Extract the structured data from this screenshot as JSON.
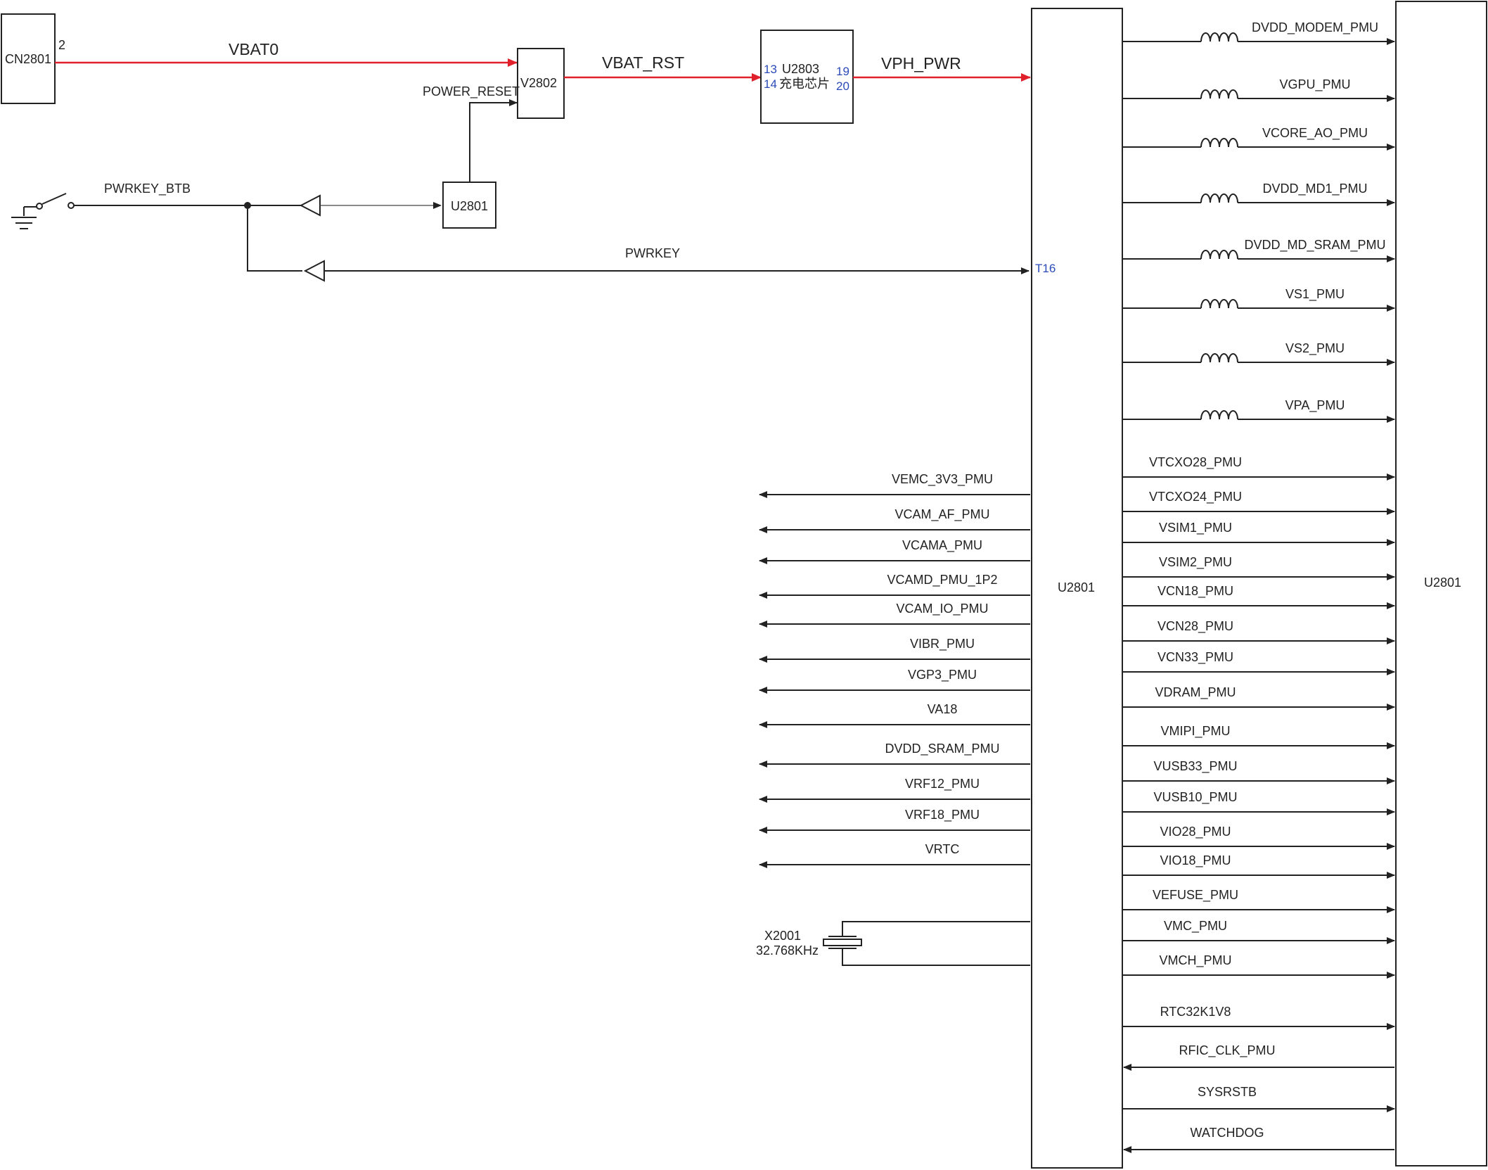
{
  "colors": {
    "line": "#222222",
    "power_path": "#e0202a",
    "pin_number": "#2a4bb8"
  },
  "components": {
    "connector": {
      "ref": "CN2801",
      "pin": "2"
    },
    "reset_ic": {
      "ref": "V2802"
    },
    "charger": {
      "ref": "U2803",
      "desc": "充电芯片",
      "pin_a": "13",
      "pin_b": "14",
      "pin_c": "19",
      "pin_d": "20"
    },
    "small_pmu": {
      "ref": "U2801"
    },
    "pmu_main": {
      "ref": "U2801",
      "pin_pwrkey": "T16"
    },
    "pmu_right": {
      "ref": "U2801"
    },
    "crystal": {
      "ref": "X2001",
      "freq": "32.768KHz"
    }
  },
  "nets": {
    "vbat0": "VBAT0",
    "vbat_rst": "VBAT_RST",
    "vph_pwr": "VPH_PWR",
    "power_reset": "POWER_RESET",
    "pwrkey_btb": "PWRKEY_BTB",
    "pwrkey": "PWRKEY"
  },
  "inductor_rails": [
    "DVDD_MODEM_PMU",
    "VGPU_PMU",
    "VCORE_AO_PMU",
    "DVDD_MD1_PMU",
    "DVDD_MD_SRAM_PMU",
    "VS1_PMU",
    "VS2_PMU",
    "VPA_PMU"
  ],
  "right_rails": [
    "VTCXO28_PMU",
    "VTCXO24_PMU",
    "VSIM1_PMU",
    "VSIM2_PMU",
    "VCN18_PMU",
    "VCN28_PMU",
    "VCN33_PMU",
    "VDRAM_PMU",
    "VMIPI_PMU",
    "VUSB33_PMU",
    "VUSB10_PMU",
    "VIO28_PMU",
    "VIO18_PMU",
    "VEFUSE_PMU",
    "VMC_PMU",
    "VMCH_PMU",
    "RTC32K1V8"
  ],
  "right_return_signals": [
    "RFIC_CLK_PMU",
    "SYSRSTB",
    "WATCHDOG"
  ],
  "left_rails": [
    "VEMC_3V3_PMU",
    "VCAM_AF_PMU",
    "VCAMA_PMU",
    "VCAMD_PMU_1P2",
    "VCAM_IO_PMU",
    "VIBR_PMU",
    "VGP3_PMU",
    "VA18",
    "DVDD_SRAM_PMU",
    "VRF12_PMU",
    "VRF18_PMU",
    "VRTC"
  ]
}
